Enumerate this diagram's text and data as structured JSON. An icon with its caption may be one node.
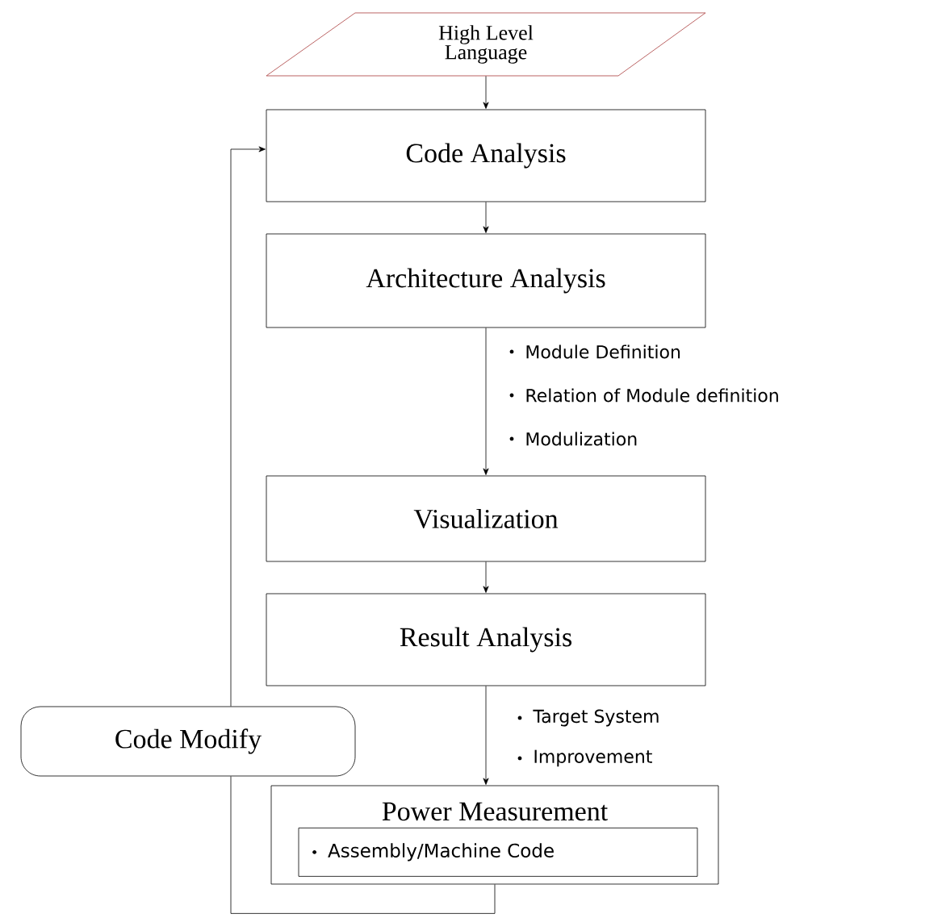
{
  "diagram": {
    "nodes": [
      {
        "text": [
          "High Level Language"
        ]
      },
      {
        "text": [
          "Code Analysis"
        ]
      },
      {
        "text": [
          "Architecture Analysis"
        ]
      },
      {
        "text": [
          "Visualization"
        ]
      },
      {
        "text": [
          "Result Analysis"
        ]
      },
      {
        "text": [
          "Power Measurement"
        ]
      },
      {
        "text": [
          "Assembly/Machine Code"
        ],
        "in": 5
      },
      {
        "text": [
          "Code Modify"
        ]
      }
    ],
    "edges": [
      {
        "from": 0,
        "to": 1,
        "arrow": "to"
      },
      {
        "from": 1,
        "to": 2,
        "arrow": "to"
      },
      {
        "from": 2,
        "to": 3,
        "arrow": "to"
      },
      {
        "from": 3,
        "to": 4,
        "arrow": "to"
      },
      {
        "from": 4,
        "to": 5,
        "arrow": "to"
      },
      {
        "from": 5,
        "to": 7,
        "arrow": "none"
      },
      {
        "from": 7,
        "to": 1,
        "arrow": "to"
      }
    ],
    "labels": [
      "Module Definition",
      "Relation of Module definition",
      "Modulization",
      "Target System",
      "Improvement"
    ]
  }
}
